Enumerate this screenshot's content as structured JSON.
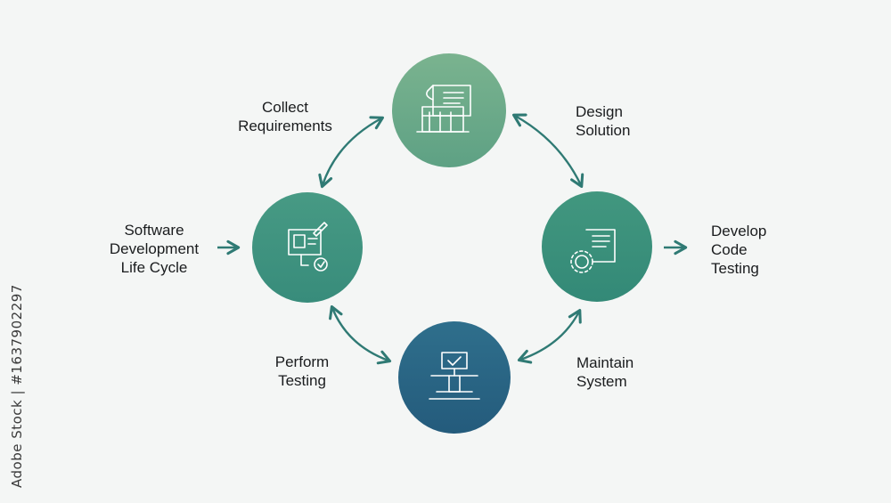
{
  "labels": {
    "collect": [
      "Collect",
      "Requirements"
    ],
    "design": [
      "Design",
      "Solution"
    ],
    "sdlc": [
      "Software",
      "Development",
      "Life Cycle"
    ],
    "develop": [
      "Develop",
      "Code",
      "Testing"
    ],
    "perform": [
      "Perform",
      "Testing"
    ],
    "maintain": [
      "Maintain",
      "System"
    ]
  },
  "watermark": {
    "side_text": "Adobe Stock | #1637902297"
  },
  "colors": {
    "background": "#f4f6f5",
    "node_top": "#6aa988",
    "node_left": "#3f9480",
    "node_right": "#3a8f7d",
    "node_bottom": "#2a6585",
    "arrow": "#2f7a74",
    "text": "#1a1c1e"
  },
  "icons": {
    "top": "document-building-icon",
    "left": "design-board-icon",
    "right": "gear-document-icon",
    "bottom": "monitor-desk-icon"
  }
}
